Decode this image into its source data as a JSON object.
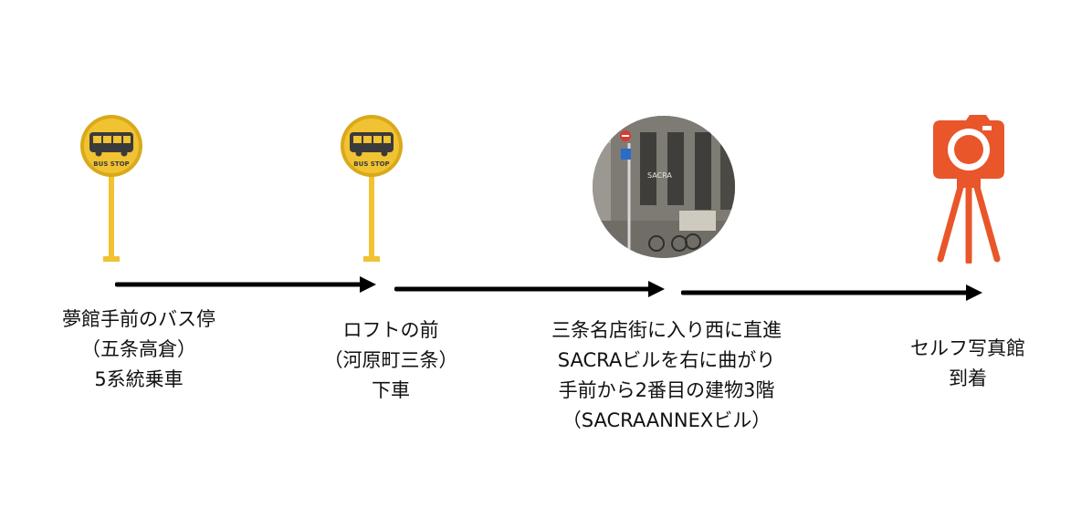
{
  "bus_stop_sign": "BUS STOP",
  "photo_sign": "SACRA",
  "steps": [
    {
      "lines": [
        "夢館手前のバス停",
        "（五条高倉）",
        "5系統乗車"
      ]
    },
    {
      "lines": [
        "ロフトの前",
        "（河原町三条）",
        "下車"
      ]
    },
    {
      "lines": [
        "三条名店街に入り西に直進",
        "SACRAビルを右に曲がり",
        "手前から2番目の建物3階",
        "（SACRAANNEXビル）"
      ]
    },
    {
      "lines": [
        "セルフ写真館",
        "到着"
      ]
    }
  ],
  "colors": {
    "bus_stop": "#f1c232",
    "bus_stop_dark": "#d9a91a",
    "camera": "#e8562a",
    "arrow": "#000000"
  }
}
